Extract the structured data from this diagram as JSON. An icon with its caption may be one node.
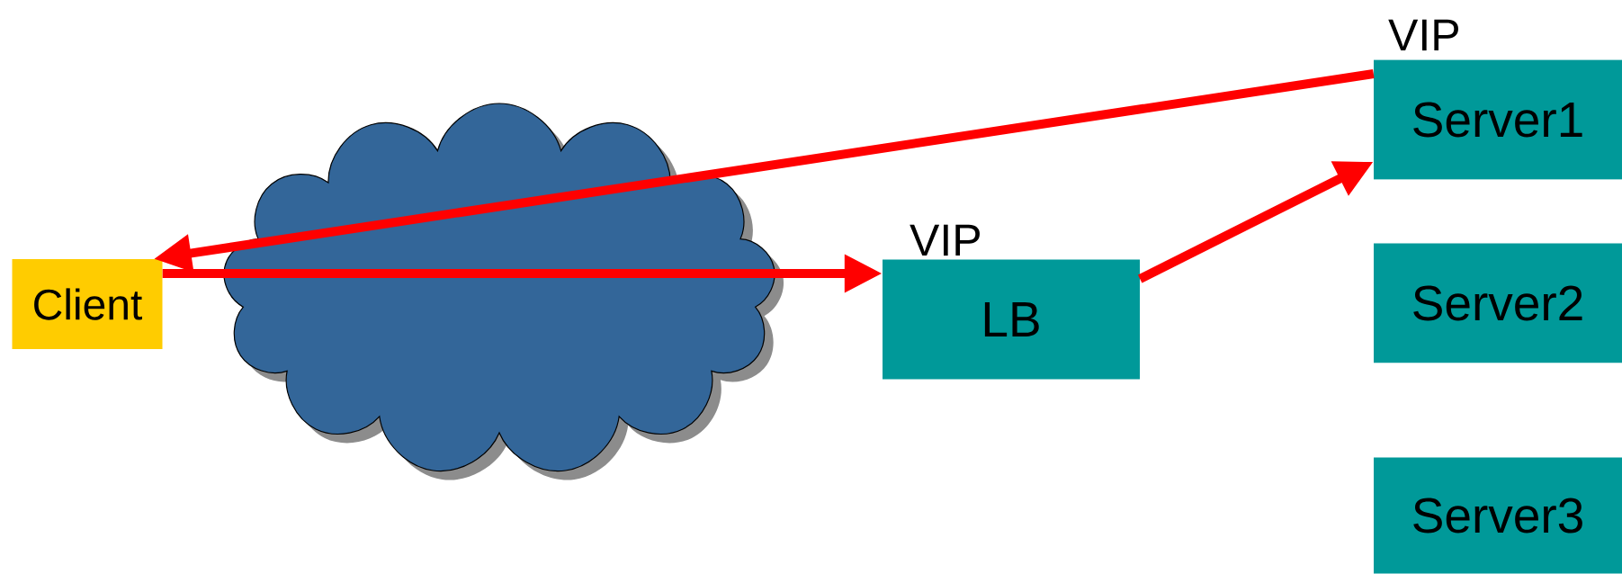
{
  "diagram": {
    "nodes": [
      {
        "text": [
          "Client"
        ]
      },
      {
        "text": [
          "VIP",
          "LB"
        ]
      },
      {
        "text": [
          "VIP",
          "Server1"
        ]
      },
      {
        "text": [
          "Server2"
        ]
      },
      {
        "text": [
          "Server3"
        ]
      }
    ],
    "edges": [
      {
        "from": 0,
        "to": 1,
        "arrow": "to"
      },
      {
        "from": 1,
        "to": 2,
        "arrow": "to"
      },
      {
        "from": 2,
        "to": 0,
        "arrow": "to"
      }
    ]
  }
}
